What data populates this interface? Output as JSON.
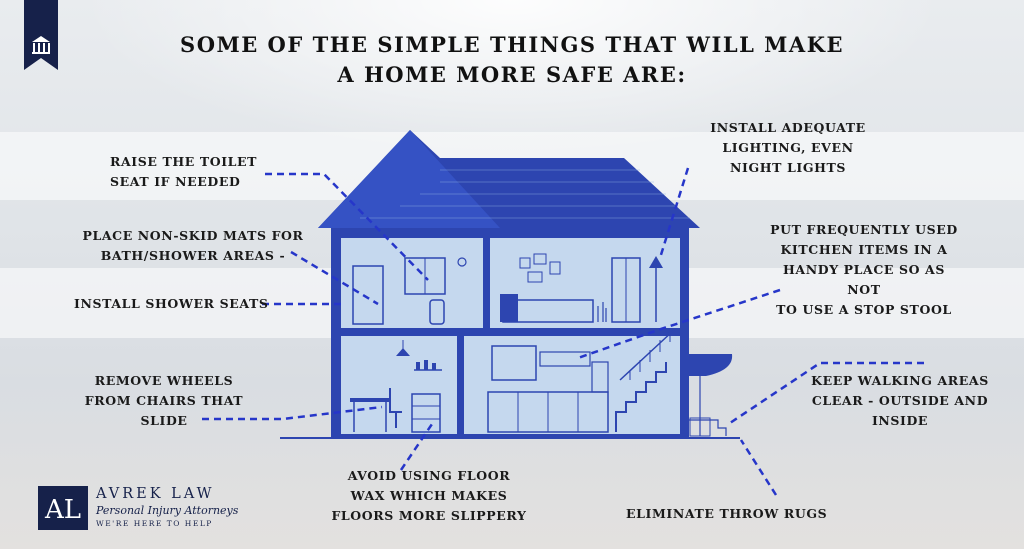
{
  "title": {
    "line1": "SOME OF THE SIMPLE THINGS THAT WILL MAKE",
    "line2": "A  HOME MORE SAFE ARE:"
  },
  "tips": {
    "toilet": [
      "RAISE THE TOILET",
      "SEAT IF NEEDED"
    ],
    "mats": [
      "PLACE NON-SKID MATS FOR",
      "BATH/SHOWER AREAS -"
    ],
    "shower": [
      "INSTALL SHOWER SEATS"
    ],
    "wheels": [
      "REMOVE WHEELS",
      "FROM CHAIRS THAT",
      "SLIDE"
    ],
    "wax": [
      "AVOID USING FLOOR",
      "WAX WHICH MAKES",
      "FLOORS MORE SLIPPERY"
    ],
    "lighting": [
      "INSTALL ADEQUATE",
      "LIGHTING, EVEN",
      "NIGHT LIGHTS"
    ],
    "kitchen": [
      "PUT FREQUENTLY USED",
      "KITCHEN ITEMS IN A",
      "HANDY PLACE SO AS NOT",
      "TO USE A STOP STOOL"
    ],
    "walking": [
      "KEEP WALKING AREAS",
      "CLEAR - OUTSIDE AND",
      "INSIDE"
    ],
    "rugs": [
      "ELIMINATE THROW RUGS"
    ]
  },
  "logo": {
    "monogram": "AL",
    "name": "AVREK LAW",
    "subtitle": "Personal Injury Attorneys",
    "tagline": "WE'RE HERE TO HELP"
  },
  "colors": {
    "house_blue": "#2d45b0",
    "house_fill": "#c5d8ee",
    "dash_blue": "#2636c9",
    "navy": "#16214a"
  },
  "icons": {
    "bookmark": "courthouse-bookmark-icon"
  }
}
